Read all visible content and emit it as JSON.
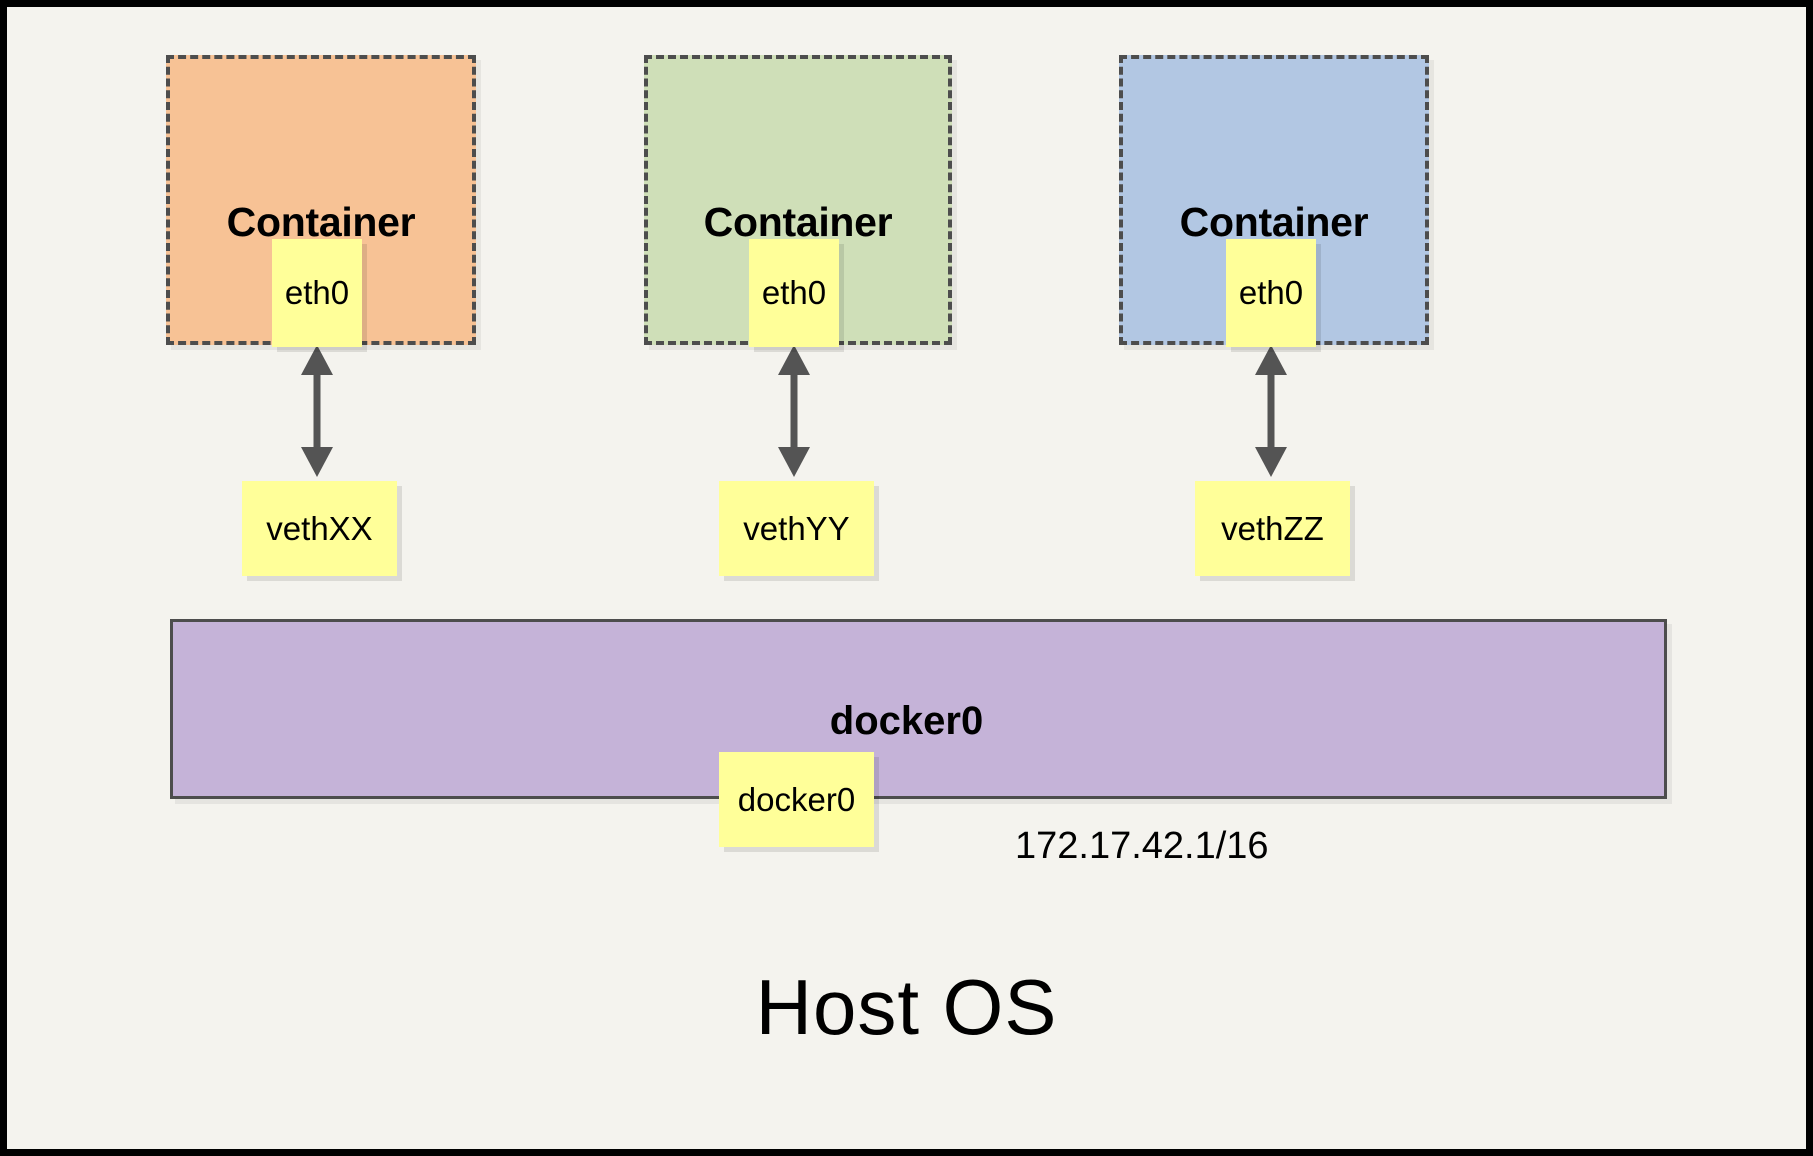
{
  "diagram": {
    "title_text": "Host OS",
    "background_color": "#f4f3ee",
    "frame_color": "#000000",
    "containers": [
      {
        "id": "container-1",
        "label": "Container",
        "fill": "#f7c295",
        "border": "#4d4d4d",
        "interface": {
          "label": "eth0",
          "fill": "#ffff99"
        },
        "veth": {
          "label": "vethXX",
          "fill": "#ffff99"
        }
      },
      {
        "id": "container-2",
        "label": "Container",
        "fill": "#cfdfb8",
        "border": "#4d4d4d",
        "interface": {
          "label": "eth0",
          "fill": "#ffff99"
        },
        "veth": {
          "label": "vethYY",
          "fill": "#ffff99"
        }
      },
      {
        "id": "container-3",
        "label": "Container",
        "fill": "#b2c7e3",
        "border": "#4d4d4d",
        "interface": {
          "label": "eth0",
          "fill": "#ffff99"
        },
        "veth": {
          "label": "vethZZ",
          "fill": "#ffff99"
        }
      }
    ],
    "bridge": {
      "label": "docker0",
      "interface_label": "docker0",
      "ip_address": "172.17.42.1/16",
      "fill": "#c5b3d8",
      "border": "#4d4d4d"
    },
    "arrow_color": "#545454"
  }
}
